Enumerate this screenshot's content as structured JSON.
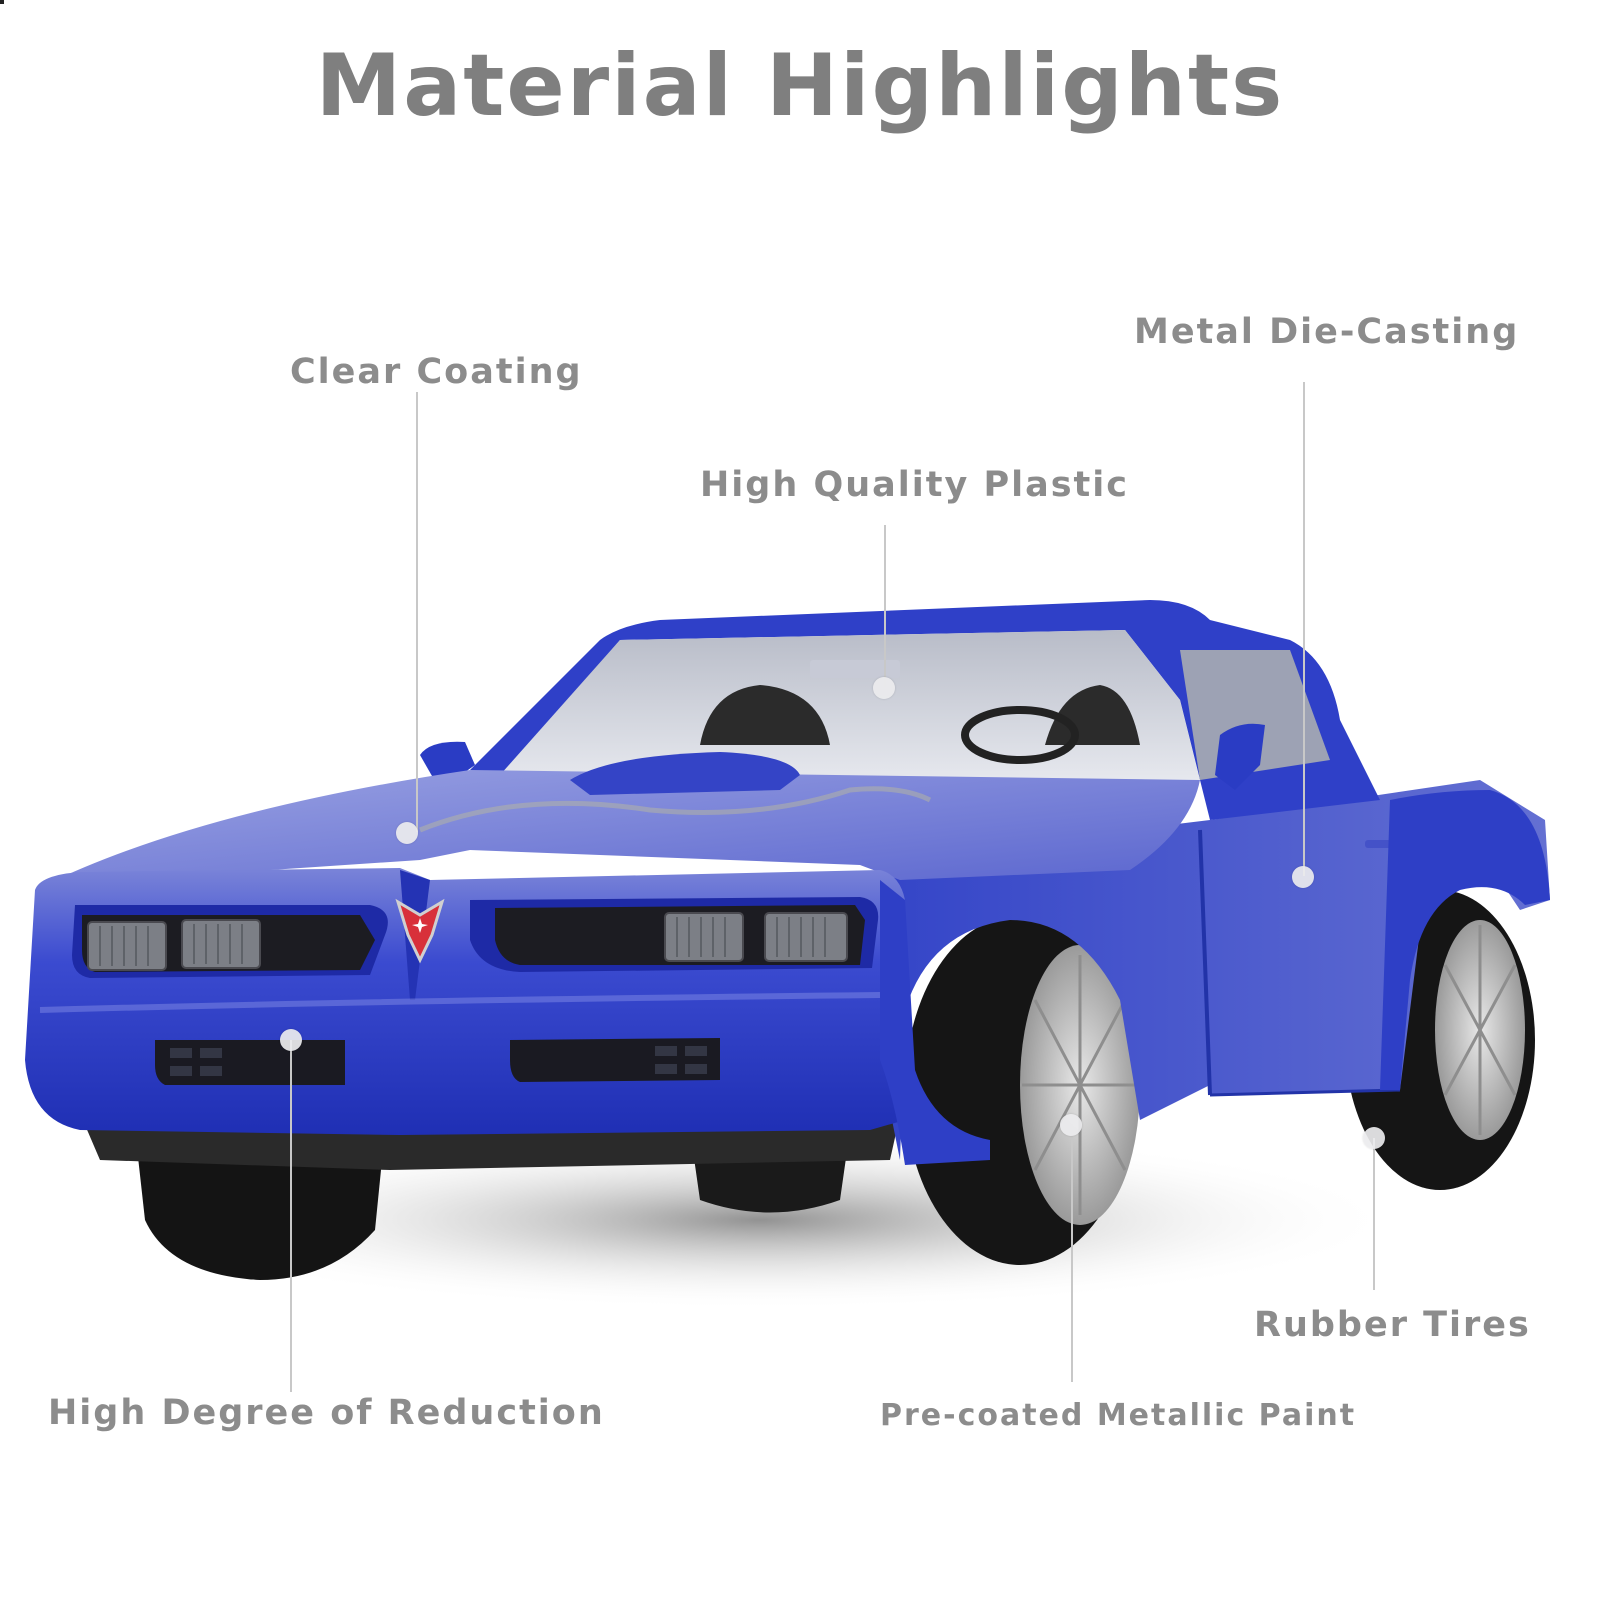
{
  "header": {
    "title": "Material Highlights"
  },
  "colors": {
    "title_text": "#7f7f7f",
    "label_text": "#8c8c8c",
    "leader_line": "#c8c8c8",
    "car_body": "#2a3cc4",
    "car_body_highlight": "#6c78d6",
    "emblem": "#d8303a",
    "tire": "#151515",
    "rim": "#c9c9c9",
    "background": "#ffffff"
  },
  "product": {
    "description": "blue die-cast muscle car model, front three-quarter view"
  },
  "callouts": [
    {
      "id": "clear-coating",
      "label": "Clear Coating"
    },
    {
      "id": "metal-die-casting",
      "label": "Metal Die-Casting"
    },
    {
      "id": "high-quality-plastic",
      "label": "High Quality Plastic"
    },
    {
      "id": "high-degree-of-reduction",
      "label": "High Degree of Reduction"
    },
    {
      "id": "pre-coated-metallic-paint",
      "label": "Pre-coated Metallic Paint"
    },
    {
      "id": "rubber-tires",
      "label": "Rubber Tires"
    }
  ]
}
